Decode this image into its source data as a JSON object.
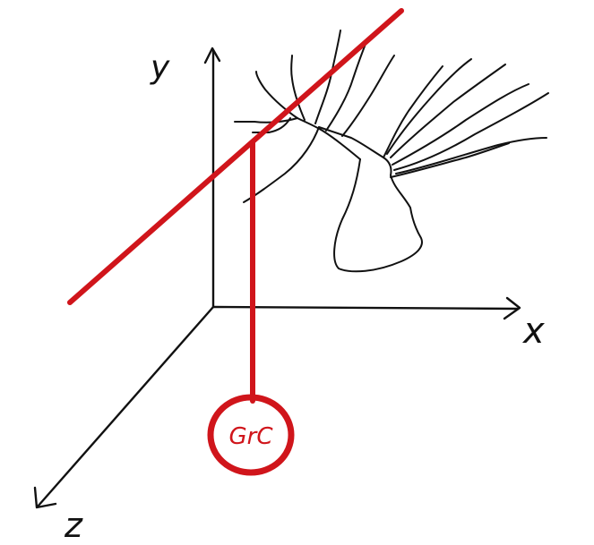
{
  "axes": {
    "x_label": "x",
    "y_label": "y",
    "z_label": "z"
  },
  "cell": {
    "label": "GrC"
  },
  "colors": {
    "ink": "#111111",
    "red": "#d0151b",
    "background": "#ffffff"
  }
}
